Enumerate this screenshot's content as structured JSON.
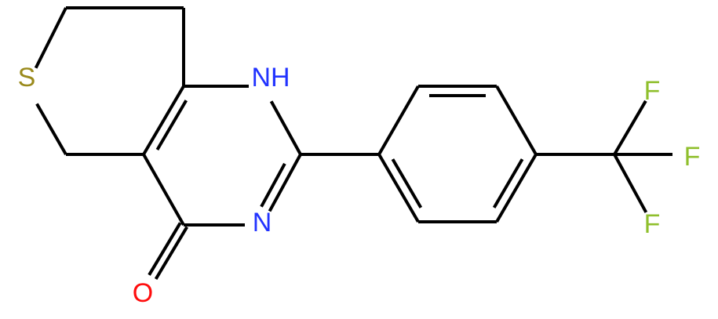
{
  "molecule": {
    "atoms": {
      "sulfur": {
        "symbol": "S"
      },
      "nh": {
        "symbol": "NH"
      },
      "n3": {
        "symbol": "N"
      },
      "oxygen": {
        "symbol": "O"
      },
      "f1": {
        "symbol": "F"
      },
      "f2": {
        "symbol": "F"
      },
      "f3": {
        "symbol": "F"
      }
    },
    "colors": {
      "bond": "#000000",
      "sulfur": "#9a8a1c",
      "nitrogen": "#2233ff",
      "oxygen": "#ff0d0d",
      "fluorine": "#8fbf2c"
    }
  }
}
